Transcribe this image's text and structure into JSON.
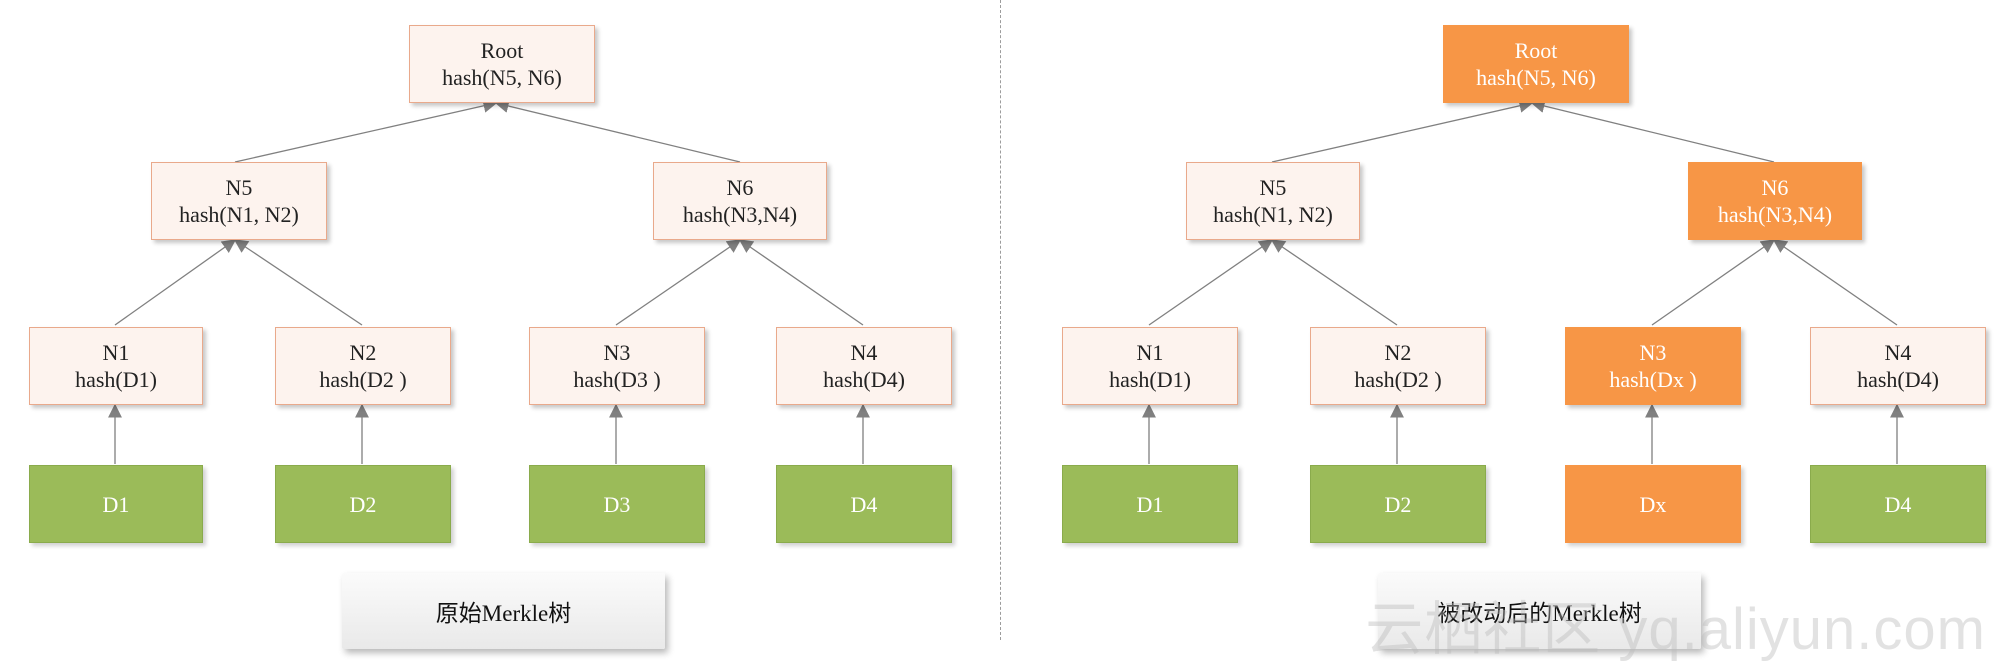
{
  "colors": {
    "hash_fill": "#fdf3ee",
    "hash_border": "#e9a98b",
    "data_fill": "#9bbb59",
    "modified_fill": "#f79646",
    "edge": "#808080"
  },
  "left_tree": {
    "caption": "原始Merkle树",
    "root": {
      "line1": "Root",
      "line2": "hash(N5, N6)"
    },
    "n5": {
      "line1": "N5",
      "line2": "hash(N1, N2)"
    },
    "n6": {
      "line1": "N6",
      "line2": "hash(N3,N4)"
    },
    "n1": {
      "line1": "N1",
      "line2": "hash(D1)"
    },
    "n2": {
      "line1": "N2",
      "line2": "hash(D2 )"
    },
    "n3": {
      "line1": "N3",
      "line2": "hash(D3 )"
    },
    "n4": {
      "line1": "N4",
      "line2": "hash(D4)"
    },
    "d1": "D1",
    "d2": "D2",
    "d3": "D3",
    "d4": "D4"
  },
  "right_tree": {
    "caption": "被改动后的Merkle树",
    "root": {
      "line1": "Root",
      "line2": "hash(N5, N6)",
      "modified": true
    },
    "n5": {
      "line1": "N5",
      "line2": "hash(N1, N2)"
    },
    "n6": {
      "line1": "N6",
      "line2": "hash(N3,N4)",
      "modified": true
    },
    "n1": {
      "line1": "N1",
      "line2": "hash(D1)"
    },
    "n2": {
      "line1": "N2",
      "line2": "hash(D2 )"
    },
    "n3": {
      "line1": "N3",
      "line2": "hash(Dx )",
      "modified": true
    },
    "n4": {
      "line1": "N4",
      "line2": "hash(D4)"
    },
    "d1": "D1",
    "d2": "D2",
    "dx": "Dx",
    "d4": "D4"
  },
  "watermark": "云栖社区 yq.aliyun.com"
}
